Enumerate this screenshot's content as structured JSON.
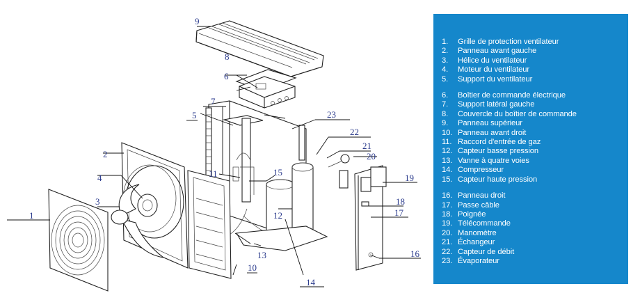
{
  "diagram": {
    "title": "Exploded view of heat pump unit",
    "callouts": [
      "1",
      "2",
      "3",
      "4",
      "5",
      "6",
      "7",
      "8",
      "9",
      "10",
      "11",
      "12",
      "13",
      "14",
      "15",
      "16",
      "17",
      "18",
      "19",
      "20",
      "21",
      "22",
      "23"
    ]
  },
  "legend": {
    "background_color": "#1587cb",
    "text_color": "#ffffff",
    "groups": [
      {
        "items": [
          {
            "num": "1.",
            "label": "Grille de protection ventilateur"
          },
          {
            "num": "2.",
            "label": "Panneau avant gauche"
          },
          {
            "num": "3.",
            "label": "Hélice du ventilateur"
          },
          {
            "num": "4.",
            "label": "Moteur du ventilateur"
          },
          {
            "num": "5.",
            "label": "Support du ventilateur"
          }
        ]
      },
      {
        "items": [
          {
            "num": "6.",
            "label": "Boîtier de commande électrique"
          },
          {
            "num": "7.",
            "label": "Support latéral gauche"
          },
          {
            "num": "8.",
            "label": "Couvercle du boîtier de commande"
          },
          {
            "num": "9.",
            "label": "Panneau supérieur"
          },
          {
            "num": "10.",
            "label": "Panneau avant droit"
          },
          {
            "num": "11.",
            "label": "Raccord d'entrée de gaz"
          },
          {
            "num": "12.",
            "label": "Capteur basse pression"
          },
          {
            "num": "13.",
            "label": "Vanne à quatre voies"
          },
          {
            "num": "14.",
            "label": "Compresseur"
          },
          {
            "num": "15.",
            "label": "Capteur haute pression"
          }
        ]
      },
      {
        "items": [
          {
            "num": "16.",
            "label": "Panneau droit"
          },
          {
            "num": "17.",
            "label": "Passe câble"
          },
          {
            "num": "18.",
            "label": "Poignée"
          },
          {
            "num": "19.",
            "label": "Télécommande"
          },
          {
            "num": "20.",
            "label": "Manomètre"
          },
          {
            "num": "21.",
            "label": "Échangeur"
          },
          {
            "num": "22.",
            "label": "Capteur de débit"
          },
          {
            "num": "23.",
            "label": "Évaporateur"
          }
        ]
      }
    ]
  }
}
